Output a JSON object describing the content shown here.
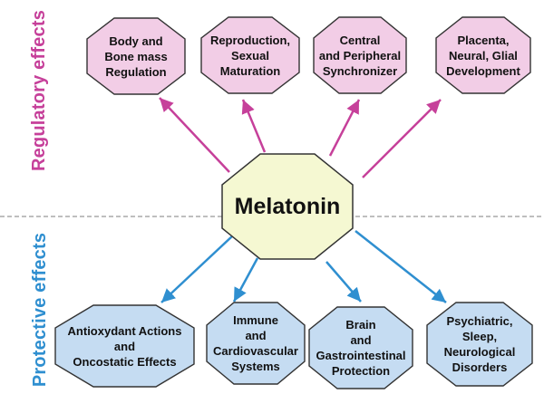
{
  "side_labels": {
    "regulatory": "Regulatory effects",
    "protective": "Protective effects"
  },
  "center": {
    "label": "Melatonin"
  },
  "regulatory_boxes": [
    {
      "lines": [
        "Body and",
        "Bone mass",
        "Regulation"
      ]
    },
    {
      "lines": [
        "Reproduction,",
        "Sexual",
        "Maturation"
      ]
    },
    {
      "lines": [
        "Central",
        "and Peripheral",
        "Synchronizer"
      ]
    },
    {
      "lines": [
        "Placenta,",
        "Neural, Glial",
        "Development"
      ]
    }
  ],
  "protective_boxes": [
    {
      "lines": [
        "Antioxydant Actions",
        "and",
        "Oncostatic Effects"
      ]
    },
    {
      "lines": [
        "Immune",
        "and",
        "Cardiovascular",
        "Systems"
      ]
    },
    {
      "lines": [
        "Brain",
        "and",
        "Gastrointestinal",
        "Protection"
      ]
    },
    {
      "lines": [
        "Psychiatric,",
        "Sleep,",
        "Neurological",
        "Disorders"
      ]
    }
  ],
  "colors": {
    "regulatory_box_fill": "#f2cde6",
    "regulatory_accent": "#c6409a",
    "protective_box_fill": "#c5dcf2",
    "protective_accent": "#2f8fd0",
    "center_fill": "#f5f8d2",
    "outline": "#333333",
    "divider": "#999999"
  }
}
